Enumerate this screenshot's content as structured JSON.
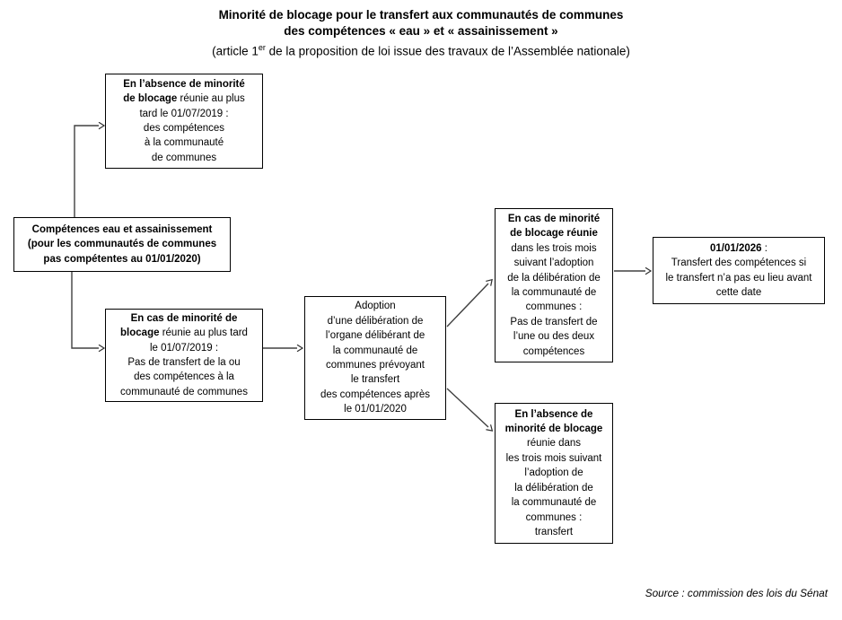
{
  "title": {
    "main": "Minorité de blocage pour le transfert aux communautés de communes\ndes compétences « eau » et « assainissement »",
    "article_prefix": "(article 1",
    "article_sup": "er",
    "article_suffix": " de la proposition de loi issue des travaux de l’Assemblée nationale)"
  },
  "boxes": {
    "no_blocking_before_0719": {
      "bold": "En l’absence de minorité\nde blocage",
      "rest": " réunie au plus\ntard le 01/07/2019 :\ndes compétences\nà la communauté\nde communes"
    },
    "competences": {
      "text": "Compétences eau et assainissement\n(pour les communautés de communes\npas compétentes au 01/01/2020)"
    },
    "blocking_before_0719": {
      "bold": "En cas de minorité de\nblocage",
      "rest": " réunie au plus tard\nle 01/07/2019 :\nPas de transfert de la ou\ndes compétences à la\ncommunauté de communes"
    },
    "adoption_deliberation": {
      "text": "Adoption\nd’une délibération de\nl’organe délibérant de\nla communauté de\ncommunes prévoyant\nle transfert\ndes compétences après\nle 01/01/2020"
    },
    "blocking_within_3_months": {
      "bold": "En cas de minorité\nde blocage réunie",
      "rest": "\ndans les trois mois\nsuivant l’adoption\nde la délibération de\nla communauté de\ncommunes :\nPas de transfert de\nl’une ou des deux\ncompétences"
    },
    "transfer_2026": {
      "bold": "01/01/2026",
      "rest": " :\nTransfert des compétences si\nle transfert n’a pas eu lieu avant\ncette date"
    },
    "no_blocking_within_3_months": {
      "bold": "En l’absence de\nminorité de blocage",
      "rest": "\nréunie dans\nles trois mois suivant\nl’adoption de\nla délibération de\nla communauté de\ncommunes :\ntransfert"
    }
  },
  "source_note": "Source : commission  des lois du Sénat",
  "colors": {
    "text": "#000000",
    "box_border": "#000000",
    "background": "#ffffff",
    "connector": "#404040"
  }
}
